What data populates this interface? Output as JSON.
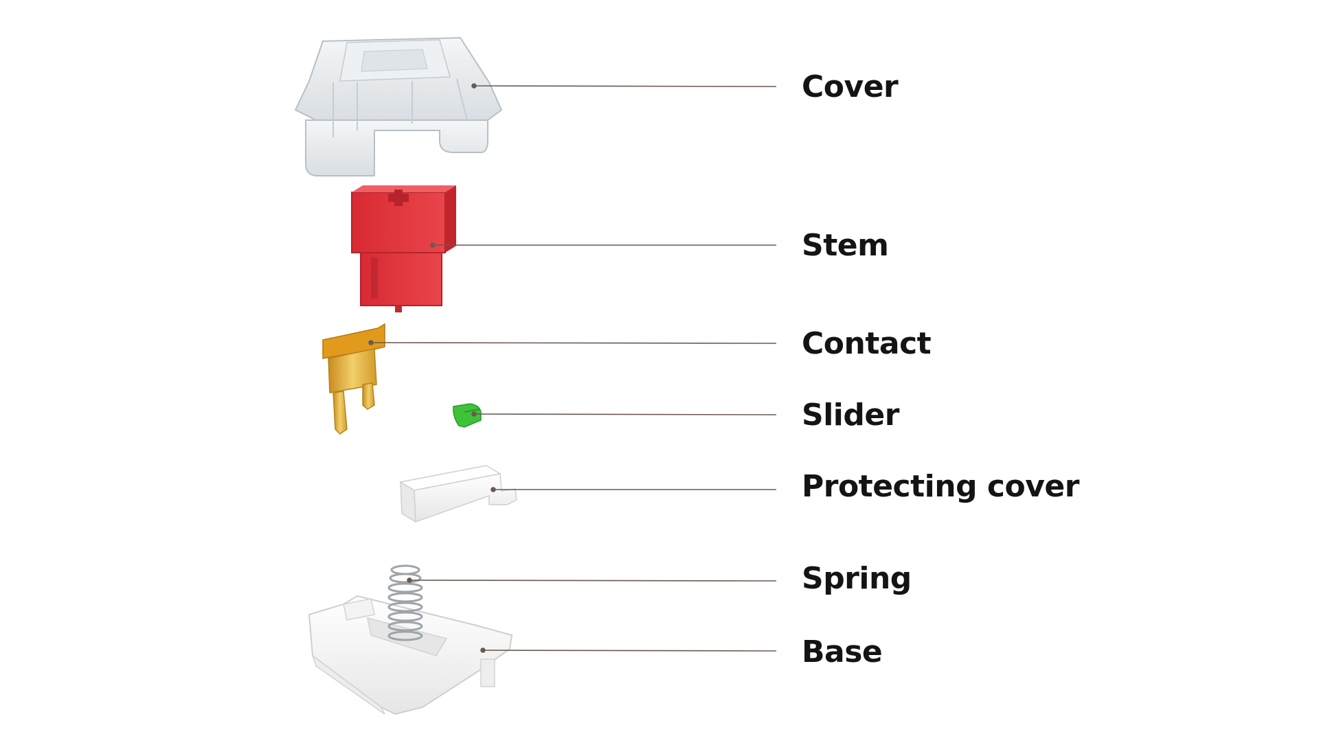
{
  "diagram": {
    "title": "",
    "colors": {
      "leader_line": "#6b5a50",
      "stem": "#e0343c",
      "contact": "#e3b240",
      "slider": "#3fc23a",
      "housing_clear": "#e8ecef",
      "housing_white": "#f7f7f7"
    },
    "parts": [
      {
        "id": "cover",
        "label": "Cover",
        "icon": "cover-housing-icon"
      },
      {
        "id": "stem",
        "label": "Stem",
        "icon": "stem-icon"
      },
      {
        "id": "contact",
        "label": "Contact",
        "icon": "contact-leaf-icon"
      },
      {
        "id": "slider",
        "label": "Slider",
        "icon": "slider-icon"
      },
      {
        "id": "protecting-cover",
        "label": "Protecting cover",
        "icon": "protecting-cover-icon"
      },
      {
        "id": "spring",
        "label": "Spring",
        "icon": "spring-icon"
      },
      {
        "id": "base",
        "label": "Base",
        "icon": "base-housing-icon"
      }
    ]
  }
}
